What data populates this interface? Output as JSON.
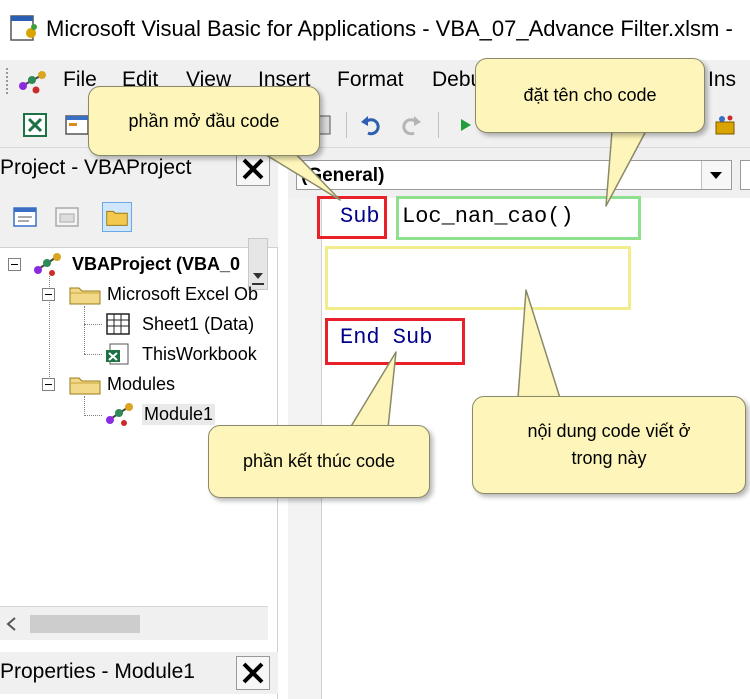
{
  "window": {
    "title": "Microsoft Visual Basic for Applications - VBA_07_Advance Filter.xlsm -"
  },
  "menu": {
    "items": [
      "File",
      "Edit",
      "View",
      "Insert",
      "Format",
      "Debug",
      "Ins"
    ]
  },
  "project_pane": {
    "title": "Project - VBAProject",
    "tree": [
      {
        "label": "VBAProject (VBA_0",
        "level": 0,
        "expanded": true,
        "bold": true,
        "icon": "vbaproject-icon"
      },
      {
        "label": "Microsoft Excel Ob",
        "level": 1,
        "expanded": true,
        "icon": "folder-icon"
      },
      {
        "label": "Sheet1 (Data)",
        "level": 2,
        "icon": "sheet-icon"
      },
      {
        "label": "ThisWorkbook",
        "level": 2,
        "icon": "workbook-icon"
      },
      {
        "label": "Modules",
        "level": 1,
        "expanded": true,
        "icon": "folder-icon"
      },
      {
        "label": "Module1",
        "level": 2,
        "selected": true,
        "icon": "module-icon"
      }
    ]
  },
  "properties_pane": {
    "title": "Properties - Module1"
  },
  "code_window": {
    "object_selector": "(General)",
    "lines": {
      "sub_keyword": "Sub",
      "sub_name": "Loc_nan_cao()",
      "end_sub": "End Sub"
    }
  },
  "callouts": {
    "start": "phần mở đầu code",
    "name": "đặt tên cho code",
    "end": "phần kết thúc code",
    "body_line1": "nội dung code viết ở",
    "body_line2": "trong này"
  },
  "colors": {
    "keyword": "#00008b",
    "callout_fill": "#fdf5b9",
    "highlight_red": "#e8202a",
    "highlight_green": "#8ee08e",
    "highlight_yellow": "#f2ec8a"
  }
}
